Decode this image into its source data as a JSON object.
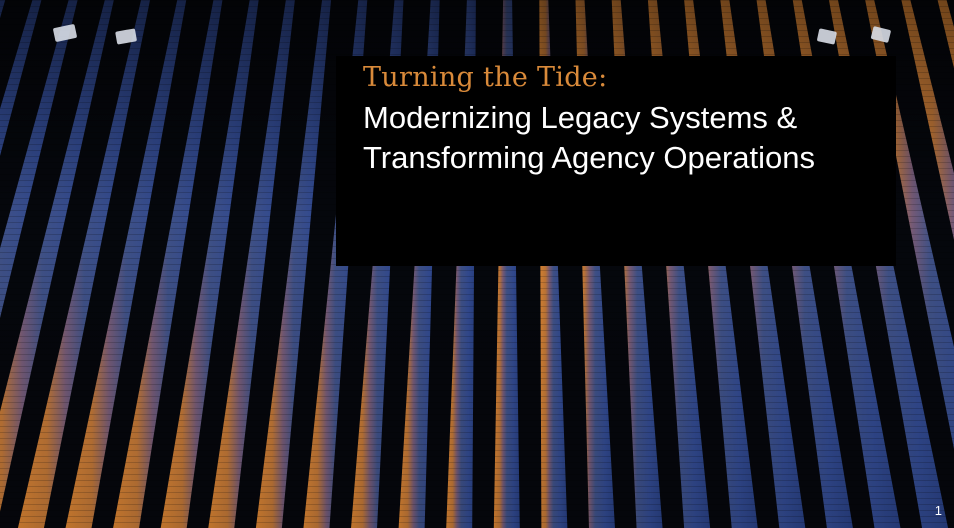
{
  "slide": {
    "title_accent": "Turning the Tide:",
    "title_line_1": "Modernizing Legacy Systems &",
    "title_line_2": "Transforming Agency Operations",
    "slide_number": "1"
  },
  "background": {
    "image": "solar-panel-field-photo"
  },
  "colors": {
    "accent": "#d98a3a",
    "title_text": "#ffffff",
    "title_box": "#000000"
  }
}
